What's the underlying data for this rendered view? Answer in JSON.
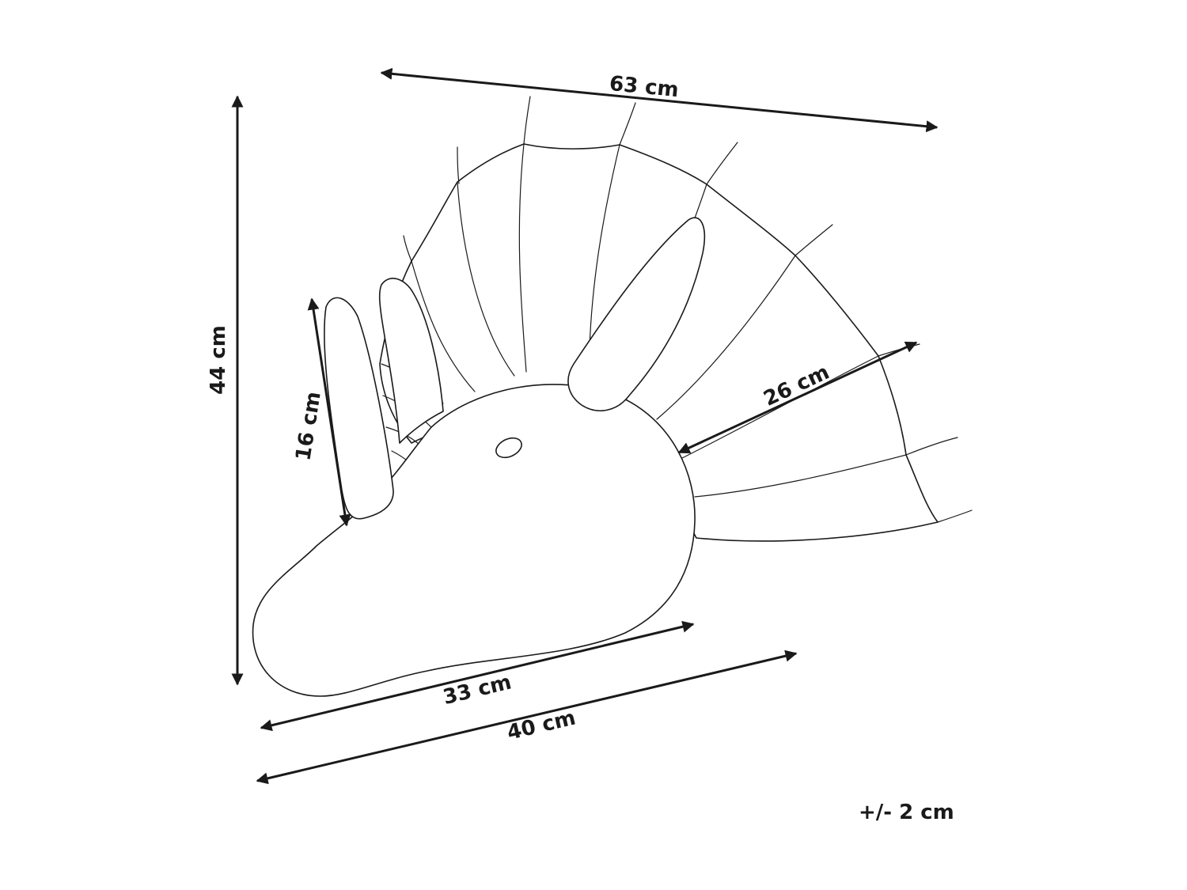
{
  "dimensions": {
    "frill_width": "63 cm",
    "height": "44 cm",
    "horn_length": "16 cm",
    "frill_depth": "26 cm",
    "head_length": "33 cm",
    "total_length": "40 cm"
  },
  "tolerance": "+/- 2 cm",
  "colors": {
    "stroke": "#1a1a1a",
    "background": "#ffffff"
  }
}
